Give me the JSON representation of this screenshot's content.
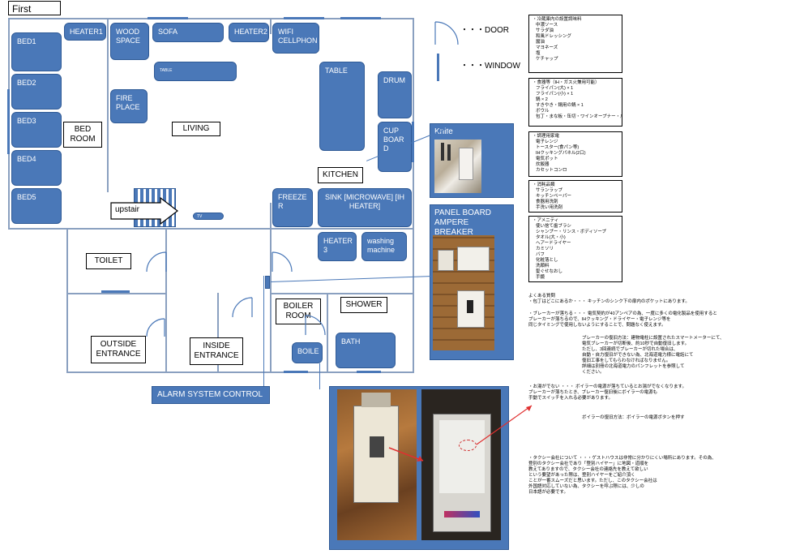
{
  "title": "First",
  "legend": {
    "door": "・・・DOOR",
    "window": "・・・WINDOW"
  },
  "beds": [
    "BED1",
    "BED2",
    "BED3",
    "BED4",
    "BED5"
  ],
  "furniture": {
    "heater1": "HEATER1",
    "wood_space": "WOOD SPACE",
    "sofa": "SOFA",
    "heater2": "HEATER2",
    "wifi": "WIFI CELLPHON",
    "table_small": "TABLE",
    "table": "TABLE",
    "drum": "DRUM",
    "fire_place": "FIRE PLACE",
    "cupboard": "CUP BOAR D",
    "freezer": "FREEZE R",
    "sink": "SINK [MICROWAVE] [IH HEATER]",
    "heater3": "HEATER 3",
    "washing": "washing machine",
    "tv": "TV",
    "upstair": "upstair",
    "bath": "BATH",
    "boiler": "BOILE"
  },
  "rooms": {
    "bedroom": "BED ROOM",
    "living": "LIVING",
    "kitchen": "KITCHEN",
    "toilet": "TOILET",
    "boiler_room": "BOILER ROOM",
    "shower": "SHOWER",
    "outside_entrance": "OUTSIDE ENTRANCE",
    "inside_entrance": "INSIDE ENTRANCE"
  },
  "alarm": "ALARM SYSTEM CONTROL",
  "knife_panel": "Knife",
  "breaker_panel": "PANEL BOARD AMPERE BREAKER",
  "info_boxes": [
    {
      "items": [
        "・冷蔵庫内の設置調味料",
        "中濃ソース",
        "サラダ油",
        "和風ドレッシング",
        "醤油",
        "マヨネーズ",
        "塩",
        "ケチャップ"
      ]
    },
    {
      "items": [
        "・食器等（IH・ガス火兼用可能）",
        "フライパン(大) × 1",
        "フライパン(小) × 1",
        "鍋 × 2",
        "すきやき・鍋用の鍋 × 1",
        "ボウル",
        "包丁・まな板・缶切・ワインオープナー・爪切りの"
      ]
    },
    {
      "items": [
        "・調理用家電",
        "電子レンジ",
        "トースター(食パン等)",
        "IHクッキングパネル(2口)",
        "電気ポット",
        "炊飯器",
        "カセットコンロ"
      ]
    },
    {
      "items": [
        "・消耗品類",
        "サランラップ",
        "キッチンペーパー",
        "食器用洗剤",
        "手洗い用洗剤"
      ]
    },
    {
      "items": [
        "・アメニティ",
        "使い捨て歯ブラシ",
        "シャンプー・リンス・ボディソープ",
        "タオル(大・小)",
        "ヘアードライヤー",
        "カミソリ",
        "バフ",
        "化粧落とし",
        "洗顔料",
        "髪ぐせなおし",
        "手鏡"
      ]
    }
  ],
  "notes": [
    "よくある質問\n・包丁はどこにあるか・・・ キッチンのシンク下の扉内のポケットにあります。",
    "・ブレーカーが落ちる・・・ 電気契約が40アンペアの為、一度に多くの電化製品を使用すると\n                              ブレーカーが落ちるので、IHクッキング・ドライヤー・電子レンジ等を\n                              同じタイミングで使用しないようにすることで、問題なく使えます。",
    "ブレーカーの復旧方法：建物電柱に設置されたスマートメーターにて、\n                    電気ブレーカーが切断後、約10秒で自動復旧します。\n                    ただし、3回連続でブレーカーが切れた場合は、\n                    自動・自力復旧ができない為、北海道電力様に電話にて\n                    復旧工事をしてもらわなければなりません。\n                    詳細は別冊の北海道電力のパンフレットを参照して\n                    ください。",
    "・お湯がでない    ・・・ ボイラーの電源が落ちているとお湯がでなくなります。\n                              ブレーカーが落ちたとき、ブレーカー復旧後にボイラーの電源も\n                              手動でスイッチを入れる必要があります。",
    "ボイラーの復旧方法：ボイラーの電源ボタンを押す",
    "・タクシー会社について ・・・ゲストハウスは非常に分かりにくい場所にあります。その為、\n                              登別のタクシー会社であり「登別ハイヤー」に地図・道順を\n                              教えてありますので、タクシー会社の連絡先を教えて欲しい\n                              という要望があった際は、登別ハイヤーをご紹介頂く\n                              ことが一番スムーズだと思います。ただし、このタクシー会社は\n                              外国語対応していない為、タクシーを呼ぶ際には、少しの\n                              日本語が必要です。"
  ],
  "colors": {
    "furniture": "#4a78b8",
    "wall": "#8aa0c0",
    "arrow": "#e03030"
  }
}
